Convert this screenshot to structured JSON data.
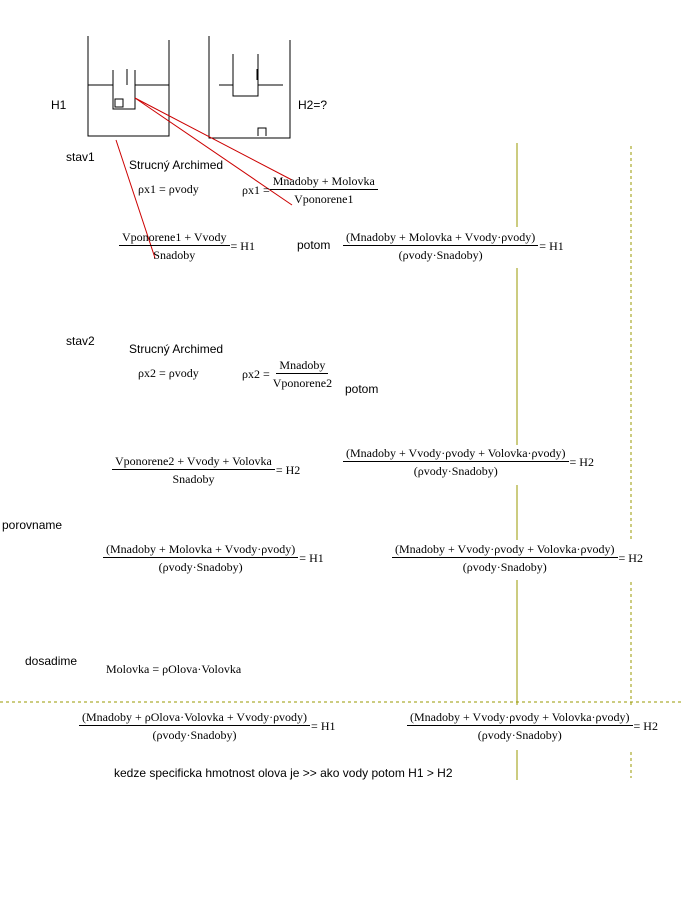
{
  "labels": {
    "h1": "H1",
    "h2": "H2=?",
    "stav1": "stav1",
    "stav2": "stav2",
    "archimed1": "Strucný Archimed",
    "archimed2": "Strucný Archimed",
    "potom1": "potom",
    "potom2": "potom",
    "porovname": "porovname",
    "dosadime": "dosadime",
    "conclusion": "kedze specificka hmotnost olova je >> ako vody  potom H1 > H2"
  },
  "equations": {
    "eq1": "ρx1 = ρvody",
    "eq2": {
      "lhs": "ρx1 =",
      "num": "Mnadoby + Molovka",
      "den": "Vponorene1"
    },
    "eq3": {
      "num": "Vponorene1 + Vvody",
      "den": "Snadoby",
      "suffix": "= H1"
    },
    "eq4": {
      "num": "(Mnadoby + Molovka + Vvody·ρvody)",
      "den": "(ρvody·Snadoby)",
      "suffix": "= H1"
    },
    "eq5": "ρx2 = ρvody",
    "eq6": {
      "lhs": "ρx2 =",
      "num": "Mnadoby",
      "den": "Vponorene2"
    },
    "eq7": {
      "num": "Vponorene2 + Vvody + Volovka",
      "den": "Snadoby",
      "suffix": "= H2"
    },
    "eq8": {
      "num": "(Mnadoby + Vvody·ρvody + Volovka·ρvody)",
      "den": "(ρvody·Snadoby)",
      "suffix": "= H2"
    },
    "eq9": {
      "num": "(Mnadoby + Molovka + Vvody·ρvody)",
      "den": "(ρvody·Snadoby)",
      "suffix": "= H1"
    },
    "eq10": {
      "num": "(Mnadoby + Vvody·ρvody + Volovka·ρvody)",
      "den": "(ρvody·Snadoby)",
      "suffix": "= H2"
    },
    "eq11": "Molovka = ρOlova·Volovka",
    "eq12": {
      "num": "(Mnadoby + ρOlova·Volovka + Vvody·ρvody)",
      "den": "(ρvody·Snadoby)",
      "suffix": "= H1"
    },
    "eq13": {
      "num": "(Mnadoby + Vvody·ρvody + Volovka·ρvody)",
      "den": "(ρvody·Snadoby)",
      "suffix": "= H2"
    }
  },
  "colors": {
    "annotation_line": "#cc0000",
    "divider_solid": "#999900",
    "divider_dotted": "#999900",
    "sketch": "#000000"
  }
}
